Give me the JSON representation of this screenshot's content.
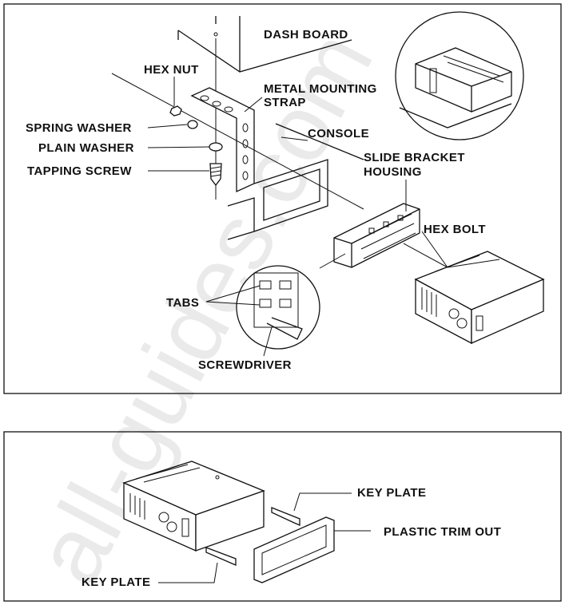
{
  "top_panel": {
    "labels": {
      "dash_board": "DASH BOARD",
      "hex_nut": "HEX NUT",
      "metal_mounting_strap_line1": "METAL MOUNTING",
      "metal_mounting_strap_line2": "STRAP",
      "spring_washer": "SPRING WASHER",
      "plain_washer": "PLAIN WASHER",
      "tapping_screw": "TAPPING SCREW",
      "console": "CONSOLE",
      "slide_bracket_housing_line1": "SLIDE BRACKET",
      "slide_bracket_housing_line2": "HOUSING",
      "hex_bolt": "HEX BOLT",
      "tabs": "TABS",
      "screwdriver": "SCREWDRIVER"
    }
  },
  "bottom_panel": {
    "labels": {
      "key_plate_top": "KEY PLATE",
      "plastic_trim_out": "PLASTIC TRIM OUT",
      "key_plate_bottom": "KEY PLATE"
    }
  },
  "watermark": "all-guides.com"
}
